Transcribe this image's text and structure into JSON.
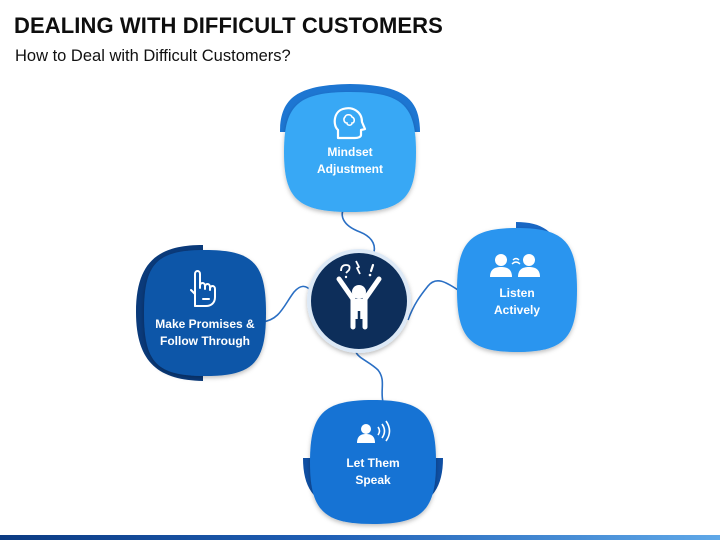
{
  "header": {
    "title": "DEALING WITH DIFFICULT CUSTOMERS",
    "subtitle": "How to Deal with Difficult Customers?"
  },
  "diagram": {
    "center": {
      "icon": "frustrated-person-icon",
      "color": "#0d2f5a"
    },
    "nodes": [
      {
        "id": "mindset",
        "label": "Mindset\nAdjustment",
        "icon": "head-brain-icon",
        "color": "#39a8f5",
        "accent": "#1d76d2"
      },
      {
        "id": "listen",
        "label": "Listen\nActively",
        "icon": "two-people-talking-icon",
        "color": "#2b95ef",
        "accent": "#1967c4"
      },
      {
        "id": "speak",
        "label": "Let Them\nSpeak",
        "icon": "person-speaking-icon",
        "color": "#1673d4",
        "accent": "#0f4fa3"
      },
      {
        "id": "promise",
        "label": "Make Promises &\nFollow Through",
        "icon": "promise-hand-icon",
        "color": "#0f56a8",
        "accent": "#0a3a7a"
      }
    ]
  }
}
